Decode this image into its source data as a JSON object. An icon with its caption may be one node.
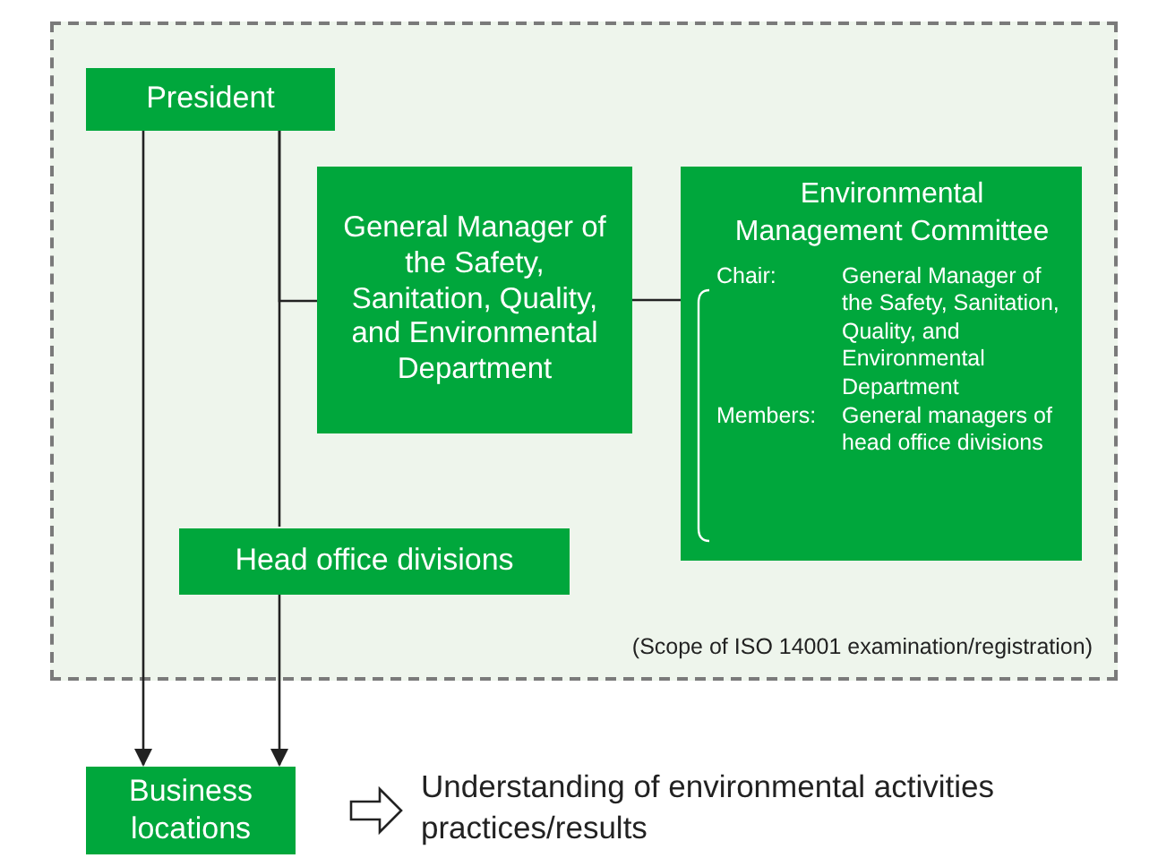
{
  "diagram": {
    "nodes": [
      {
        "text": [
          "(Scope of ISO 14001 examination/registration)"
        ]
      },
      {
        "text": [
          "President"
        ],
        "in": 0
      },
      {
        "text": [
          "General Manager of the Safety, Sanitation, Quality, and Environmental Department"
        ],
        "in": 0
      },
      {
        "text": [
          "Environmental Management Committee",
          "Chair:",
          "General Manager of the Safety, Sanitation, Quality, and Environmental Department",
          "Members:",
          "General managers of head office divisions"
        ],
        "in": 0
      },
      {
        "text": [
          "Head office divisions"
        ],
        "in": 0
      },
      {
        "text": [
          "Business locations"
        ]
      },
      {
        "text": [
          "Understanding of environmental activities practices/results"
        ]
      }
    ],
    "edges": [
      {
        "from": 1,
        "to": 5,
        "arrow": "to"
      },
      {
        "from": 1,
        "to": 2,
        "arrow": "none"
      },
      {
        "from": 1,
        "to": 4,
        "arrow": "none"
      },
      {
        "from": 2,
        "to": 3,
        "arrow": "none"
      },
      {
        "from": 4,
        "to": 5,
        "arrow": "to"
      },
      {
        "from": 5,
        "to": 6,
        "arrow": "to"
      }
    ]
  }
}
